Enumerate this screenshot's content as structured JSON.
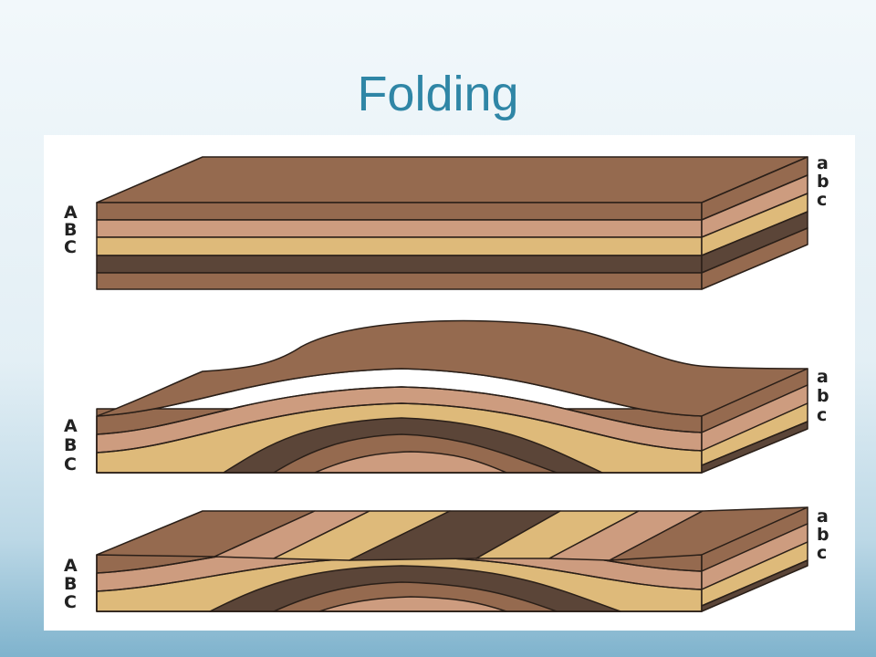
{
  "slide": {
    "title": "Folding"
  },
  "diagram": {
    "left_labels": [
      "A",
      "B",
      "C"
    ],
    "right_labels": [
      "a",
      "b",
      "c"
    ]
  },
  "colors": {
    "layer_a": "#956a4f",
    "layer_b": "#cd9c7f",
    "layer_c": "#deba7a",
    "layer_d": "#5b4538",
    "layer_e": "#956a4f",
    "outline": "#2a1f18",
    "title": "#2f86a6"
  }
}
